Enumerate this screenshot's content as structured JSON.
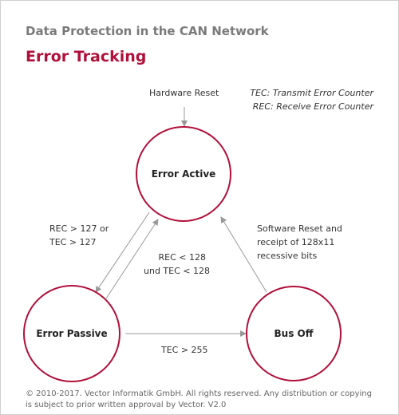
{
  "header": {
    "subtitle": "Data Protection in the CAN Network",
    "title": "Error Tracking"
  },
  "legend": {
    "tec": "TEC: Transmit Error Counter",
    "rec": "REC: Receive Error Counter"
  },
  "states": {
    "active": "Error Active",
    "passive": "Error Passive",
    "busoff": "Bus Off"
  },
  "transitions": {
    "hardware_reset": "Hardware Reset",
    "to_passive_line1": "REC > 127 or",
    "to_passive_line2": "TEC > 127",
    "to_active_line1": "REC < 128",
    "to_active_line2": "und TEC < 128",
    "to_busoff": "TEC > 255",
    "recover_line1": "Software Reset and",
    "recover_line2": "receipt of 128x11",
    "recover_line3": "recessive bits"
  },
  "footer": {
    "copyright": "© 2010-2017. Vector Informatik GmbH. All rights reserved. Any distribution or copying is subject to prior written approval by Vector. V2.0"
  },
  "colors": {
    "accent": "#b0103a",
    "state_border": "#b0103a",
    "arrow": "#999999"
  }
}
